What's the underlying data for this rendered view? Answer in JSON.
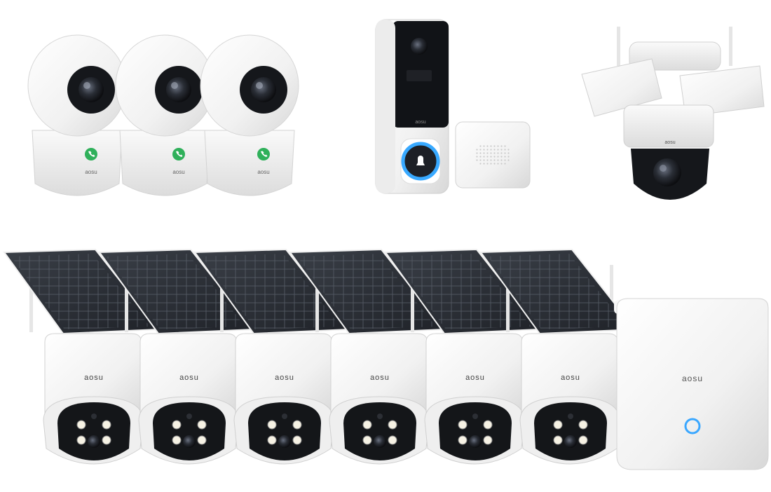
{
  "brand_text": "aosu",
  "indoor_cameras": {
    "count": 3,
    "brand": "aosu"
  },
  "doorbell": {
    "brand": "aosu"
  },
  "floodlight_camera": {
    "brand": "aosu"
  },
  "solar_cameras": {
    "count": 6,
    "brand": "aosu"
  },
  "homebase": {
    "brand": "aosu"
  },
  "colors": {
    "body_white": "#f4f4f4",
    "shadow_gray": "#d9d9d9",
    "lens_black": "#1a1a1a",
    "lens_glass": "#3a3f48",
    "call_button_green": "#2fb05a",
    "solar_panel": "#2b2f36",
    "solar_grid": "#4a505a",
    "doorbell_glow": "#38a9ff",
    "homebase_ring": "#3aa7ff",
    "led_white": "#f6f2e4"
  }
}
